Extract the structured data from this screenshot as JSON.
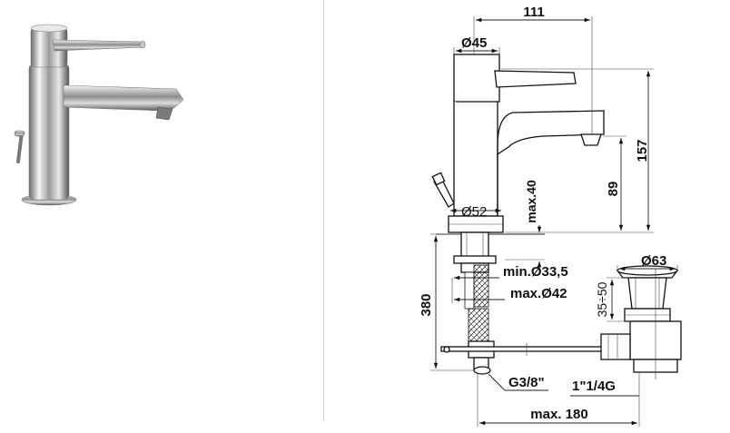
{
  "labels": {
    "overall_depth": "111",
    "handle_diameter": "Ø45",
    "overall_height": "157",
    "spout_height": "89",
    "deck_thickness": "max.40",
    "base_diameter": "Ø52",
    "hole_min": "min.Ø33,5",
    "hole_max": "max.Ø42",
    "hose_length": "380",
    "waste_diameter": "Ø63",
    "waste_range": "35÷50",
    "inlet_thread": "G3/8\"",
    "waste_thread": "1\"1/4G",
    "rod_length": "max. 180"
  },
  "colors": {
    "line": "#111111",
    "divider": "#cfcfcf",
    "chrome_dark": "#5a5a5a",
    "chrome_light": "#f4f4f4"
  }
}
